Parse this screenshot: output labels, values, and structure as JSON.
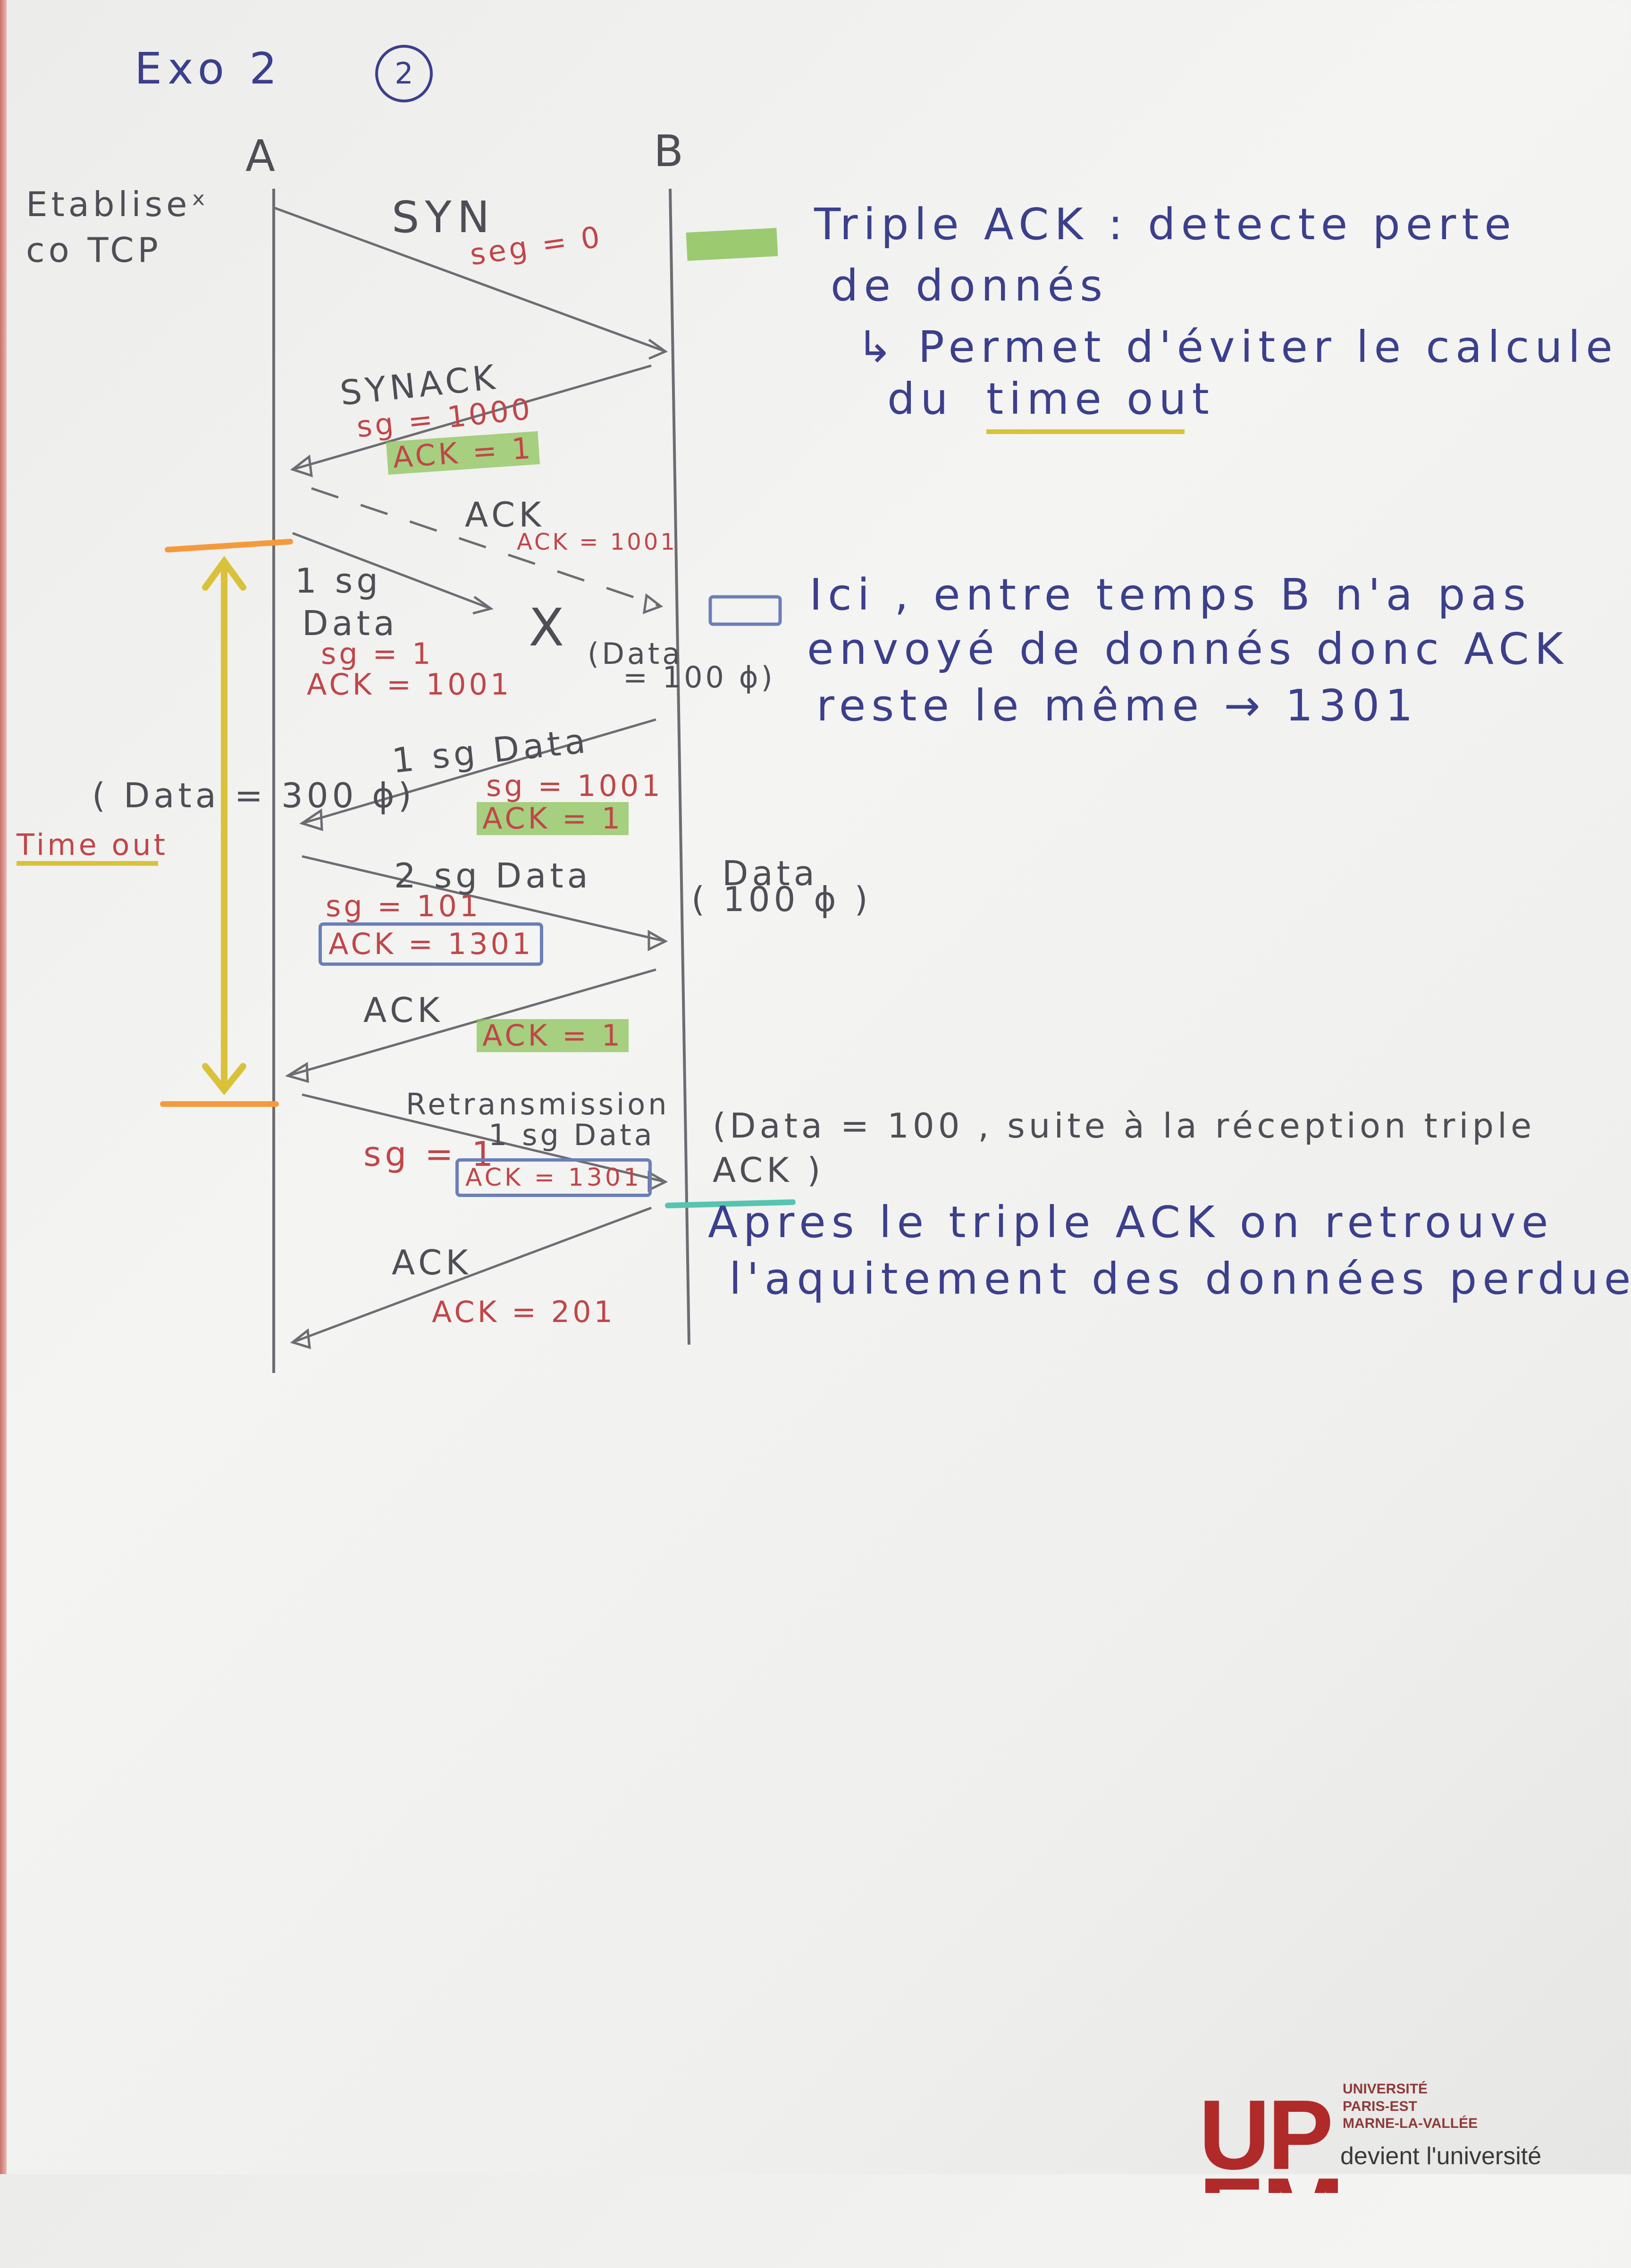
{
  "header": {
    "title": "Exo 2",
    "page_number": "2"
  },
  "hosts": {
    "a": "A",
    "b": "B"
  },
  "section_label": "Etabliseˣ co TCP",
  "messages": {
    "syn": {
      "label": "SYN",
      "seq": "seg = 0"
    },
    "synack": {
      "label": "SYNACK",
      "seq": "sg = 1000",
      "ack": "ACK = 1"
    },
    "ack1": {
      "label": "ACK",
      "ack": "ACK = 1001"
    },
    "lost_data": {
      "label_1": "1 sg",
      "label_2": "Data",
      "seq": "sg = 1",
      "ack": "ACK = 1001",
      "lost_mark": "X",
      "size_1": "(Data",
      "size_2": "= 100 ɸ)"
    },
    "data_b1": {
      "label": "1 sg Data",
      "seq": "sg = 1001",
      "ack": "ACK = 1"
    },
    "data_a2": {
      "label": "2 sg Data",
      "seq": "sg = 101",
      "ack": "ACK = 1301",
      "size_1": "Data",
      "size_2": "( 100 ɸ )"
    },
    "ack2": {
      "label": "ACK",
      "ack": "ACK = 1"
    },
    "retrans": {
      "label_1": "Retransmission",
      "label_2": "1 sg Data",
      "seq": "sg = 1",
      "ack": "ACK = 1301",
      "note": "(Data = 100 , suite à la réception triple ACK )"
    },
    "ack3": {
      "label": "ACK",
      "ack": "ACK = 201"
    }
  },
  "left_annotations": {
    "data_size": "( Data = 300 ɸ)",
    "timeout": "Time out"
  },
  "notes": {
    "triple_ack_1": "Triple ACK : detecte perte",
    "triple_ack_2": "de donnés",
    "triple_ack_3": "↳ Permet d'éviter le calcule",
    "triple_ack_4": "du",
    "triple_ack_4b": "time out",
    "ici_1": "Ici , entre temps B n'a pas",
    "ici_2": "envoyé de donnés donc ACK",
    "ici_3": "reste le même → 1301",
    "apres_1": "Apres le triple ACK on retrouve",
    "apres_2": "l'aquitement des données perdues."
  },
  "logo": {
    "mark": "UP",
    "mark_2": "EM",
    "name": "UNIVERSITÉ\nPARIS-EST\nMARNE-LA-VALLÉE",
    "subtitle": "devient l'université"
  },
  "colors": {
    "blue_ink": "#3b3f8c",
    "red_ink": "#c0464a",
    "green_highlight": "#8cc35a",
    "orange_marker": "#f59a3c",
    "yellow_marker": "#d9c23a"
  }
}
